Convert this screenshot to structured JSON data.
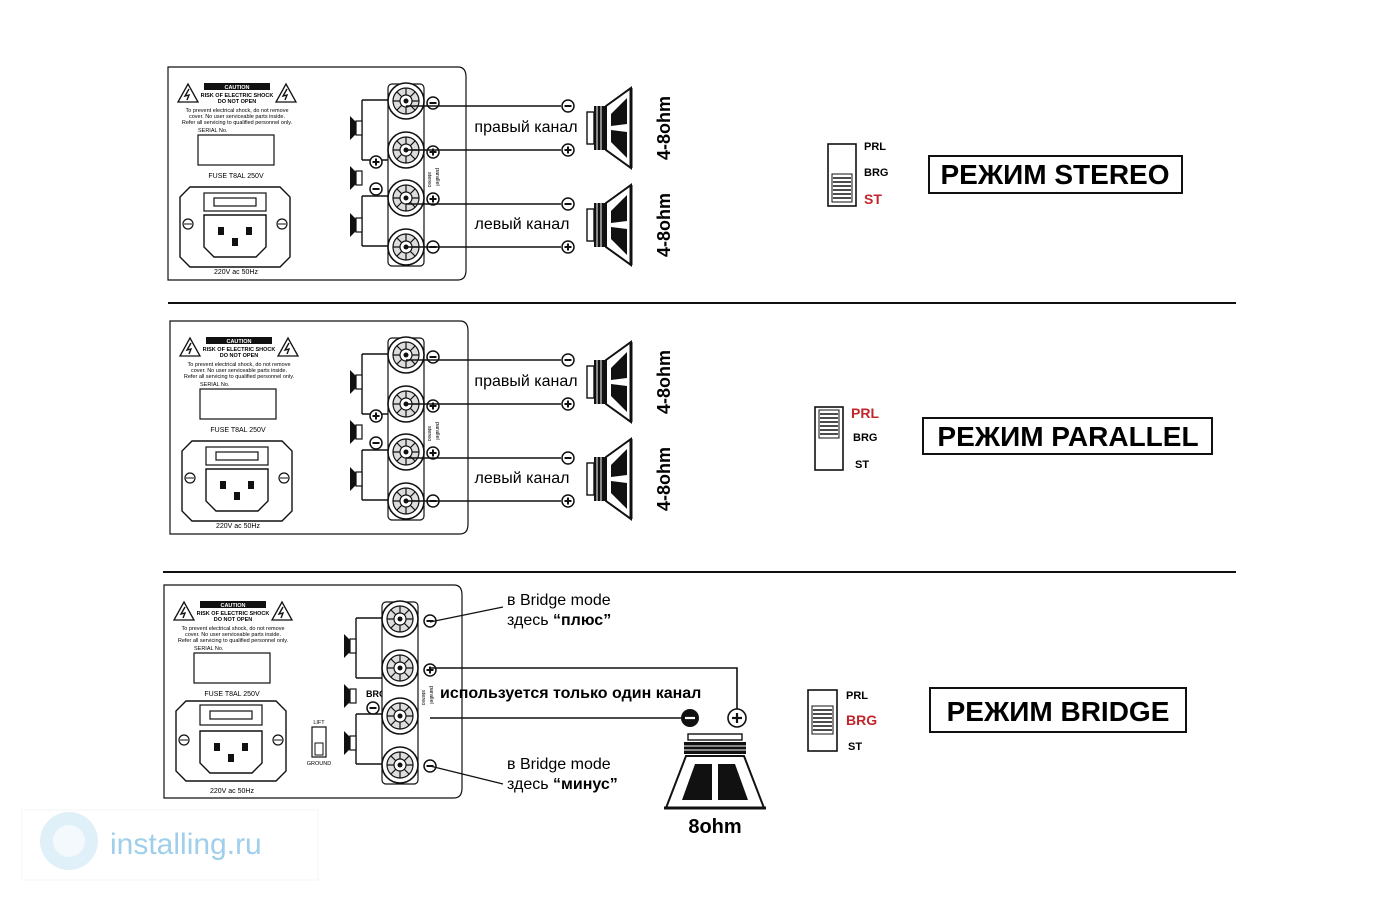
{
  "panel": {
    "caution": "CAUTION",
    "risk": "RISK OF ELECTRIC SHOCK",
    "do_not_open": "DO NOT OPEN",
    "warn1": "To prevent electrical shock, do not remove",
    "warn2": "cover. No user serviceable parts inside.",
    "warn3": "Refer all servicing to qualified personnel only.",
    "serial": "SERIAL No.",
    "fuse": "FUSE T8AL 250V",
    "power": "220V ac 50Hz",
    "stereo_parallel_1": "stereo",
    "stereo_parallel_2": "parallel",
    "lift": "LIFT",
    "ground": "GROUND",
    "brg_tag": "BRG"
  },
  "sections": [
    {
      "right_channel": "правый канал",
      "left_channel": "левый канал",
      "impedance_top": "4-8ohm",
      "impedance_bottom": "4-8ohm",
      "switch": {
        "prl": "PRL",
        "brg": "BRG",
        "st": "ST",
        "active": "ST"
      },
      "mode_title": "РЕЖИМ STEREO"
    },
    {
      "right_channel": "правый канал",
      "left_channel": "левый канал",
      "impedance_top": "4-8ohm",
      "impedance_bottom": "4-8ohm",
      "switch": {
        "prl": "PRL",
        "brg": "BRG",
        "st": "ST",
        "active": "PRL"
      },
      "mode_title": "РЕЖИМ PARALLEL"
    },
    {
      "bridge_plus_1": "в Bridge mode",
      "bridge_plus_2": "здесь",
      "bridge_plus_word": "“плюс”",
      "one_channel": "используется только один канал",
      "bridge_minus_1": "в Bridge mode",
      "bridge_minus_2": "здесь",
      "bridge_minus_word": "“минус”",
      "impedance": "8ohm",
      "switch": {
        "prl": "PRL",
        "brg": "BRG",
        "st": "ST",
        "active": "BRG"
      },
      "mode_title": "РЕЖИМ BRIDGE"
    }
  ],
  "watermark": "installing.ru",
  "colors": {
    "active": "#c0272d",
    "watermark": "#7fbfe3"
  }
}
